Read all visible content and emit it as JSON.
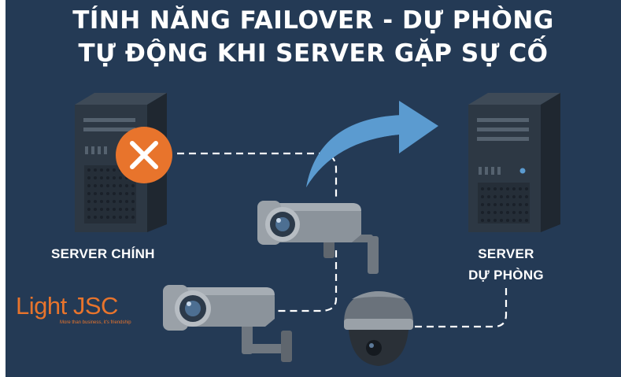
{
  "title": {
    "line1": "TÍNH NĂNG FAILOVER - DỰ PHÒNG",
    "line2": "TỰ ĐỘNG KHI SERVER GẶP SỰ CỐ"
  },
  "labels": {
    "primary_server": "SERVER CHÍNH",
    "backup_server_line1": "SERVER",
    "backup_server_line2": "DỰ PHÒNG"
  },
  "logo": {
    "text": "Light JSC",
    "tagline": "More than business, it's friendship"
  },
  "colors": {
    "background": "#243a55",
    "error_badge": "#e8742c",
    "arrow": "#5b9bd0",
    "status_led": "#5b9bd0",
    "connection_line": "#ffffff",
    "brand": "#e8742c"
  },
  "icons": {
    "failure_badge": "x-circle-icon",
    "failover_arrow": "curved-arrow-icon"
  }
}
